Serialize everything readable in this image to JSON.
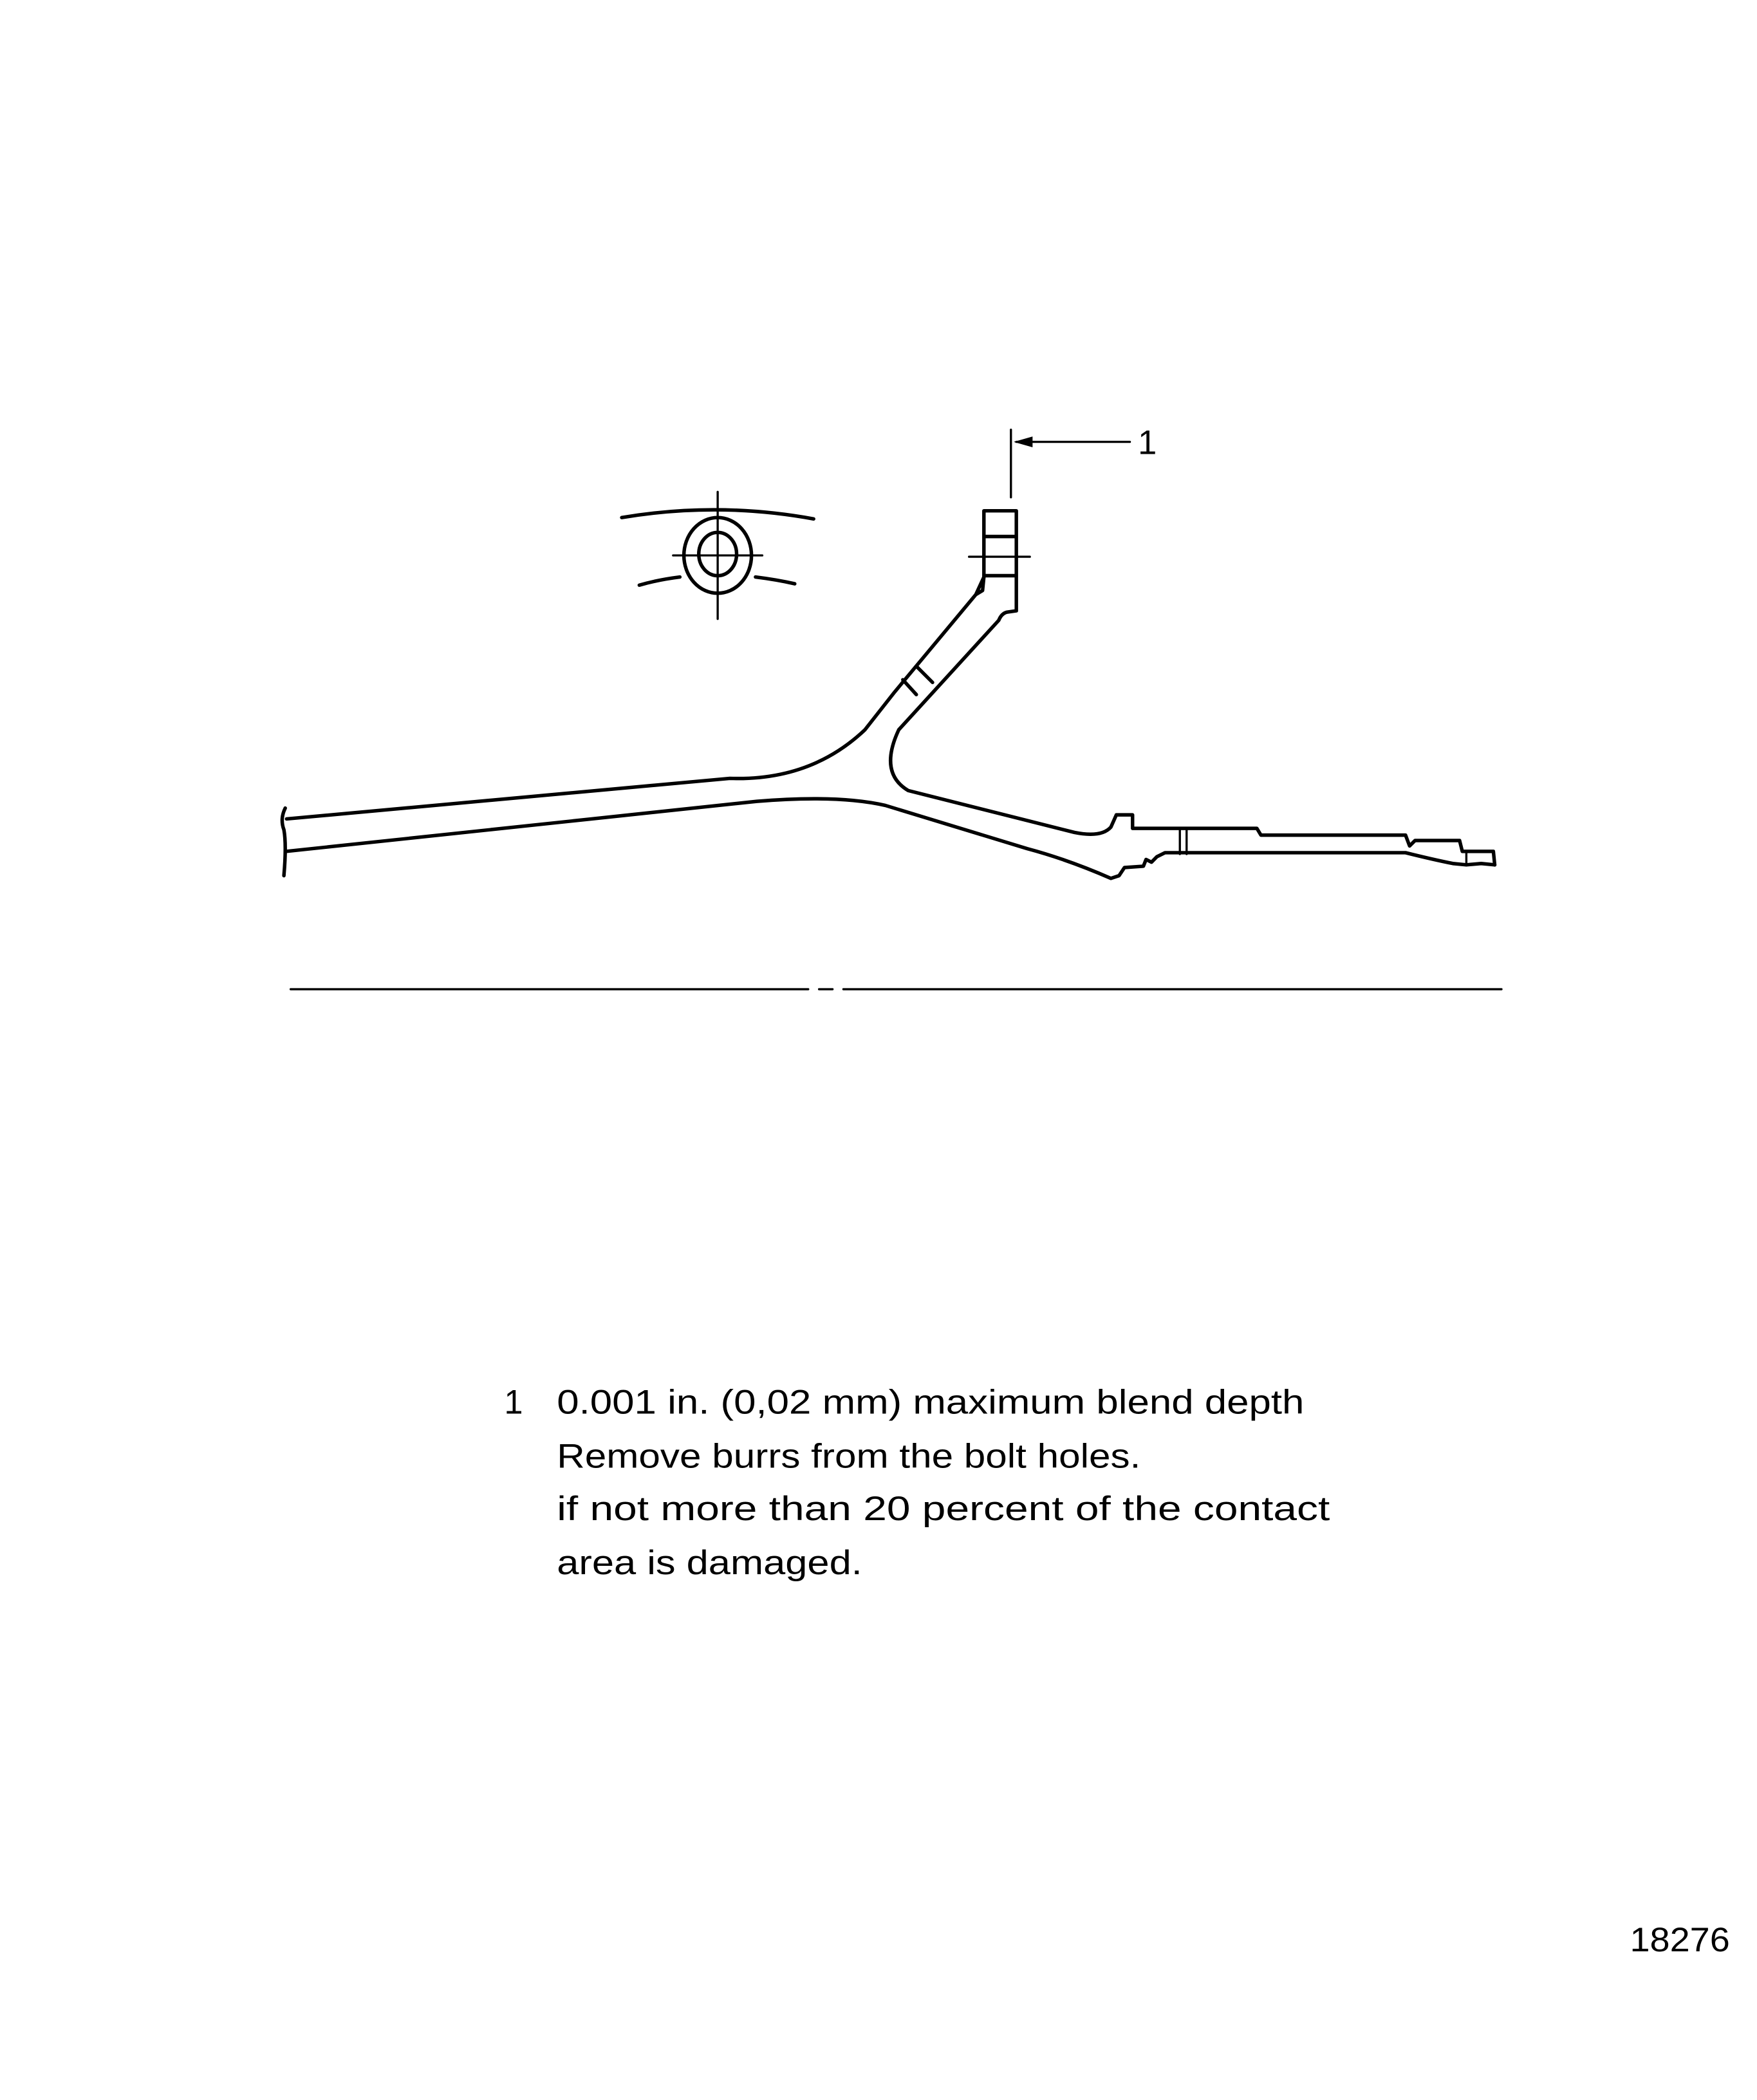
{
  "figure": {
    "callout_label": "1",
    "figure_number": "18276"
  },
  "legend": {
    "items": [
      {
        "number": "1",
        "lines": [
          "0.001 in. (0,02 mm) maximum blend depth",
          "Remove burrs from the bolt holes.",
          "if not more than 20 percent of the contact",
          "area is damaged."
        ]
      }
    ]
  },
  "colors": {
    "ink": "#000000",
    "paper": "#ffffff"
  }
}
